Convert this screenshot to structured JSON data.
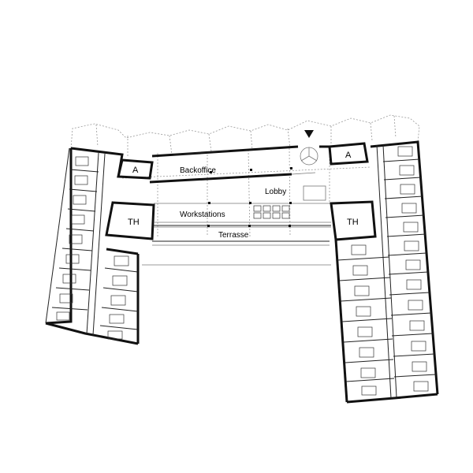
{
  "labels": {
    "backoffice": "Backoffice",
    "lobby": "Lobby",
    "workstations": "Workstations",
    "terrasse": "Terrasse",
    "th_left": "TH",
    "th_right": "TH",
    "a_left": "A",
    "a_right": "A"
  },
  "icons": {
    "entrance": "entrance-arrow-icon",
    "revolving_door": "revolving-door-icon"
  }
}
